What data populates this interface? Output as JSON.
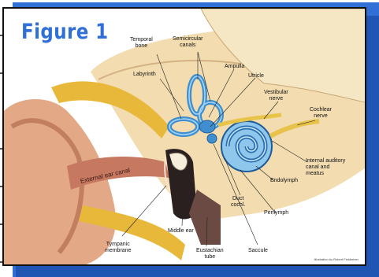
{
  "figure": {
    "title": "Figure 1",
    "credit": "Illustration by Robert Finkbeiner"
  },
  "labels": {
    "temporal_bone": "Temporal\nbone",
    "semicircular_canals": "Semicircular\ncanals",
    "labyrinth": "Labyrinth",
    "ampulla": "Ampulla",
    "utricle": "Utricle",
    "vestibular_nerve": "Vestibular\nnerve",
    "cochlear_nerve": "Cochlear\nnerve",
    "internal_auditory_canal": "Internal auditory\ncanal and\nmeatus",
    "endolymph": "Endolymph",
    "perilymph": "Perilymph",
    "duct_cochl": "Duct\ncochl.",
    "external_ear_canal": "External ear canal",
    "tympanic_membrane": "Tympanic\nmembrane",
    "middle_ear": "Middle ear",
    "eustachian_tube": "Eustachian\ntube",
    "saccule": "Saccule"
  },
  "colors": {
    "frame_blue": "#2f6fd6",
    "skin": "#e3a886",
    "bone": "#f2dcb0",
    "fat": "#e8b83a",
    "labyrinth": "#3f8fd0"
  }
}
